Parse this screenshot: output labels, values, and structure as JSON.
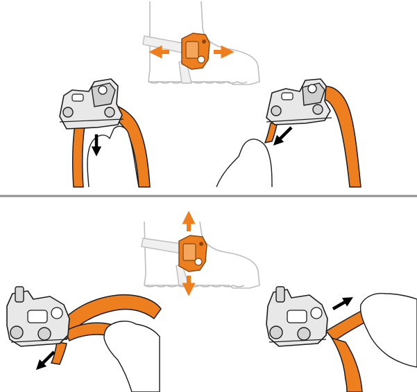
{
  "colors": {
    "strap_orange": "#EE7F1F",
    "device_orange": "#EE7F1F",
    "metal_light": "#ECECEC",
    "metal_mid": "#C9C9C9",
    "outline": "#1a1a1a",
    "boot_outline": "#B9B9B9",
    "arrow_orange": "#EE7F1F",
    "arrow_black": "#000000",
    "divider": "#8E8E8E"
  },
  "panels": {
    "top": {
      "boot_arrows": [
        "arrow-left",
        "arrow-right"
      ],
      "left_hand_arrow": "arrow-down",
      "right_hand_arrow": "arrow-down-left"
    },
    "bottom": {
      "boot_arrows": [
        "arrow-up",
        "arrow-down"
      ],
      "left_hand_arrow": "arrow-down-left",
      "right_hand_arrow": "arrow-up-right"
    }
  }
}
